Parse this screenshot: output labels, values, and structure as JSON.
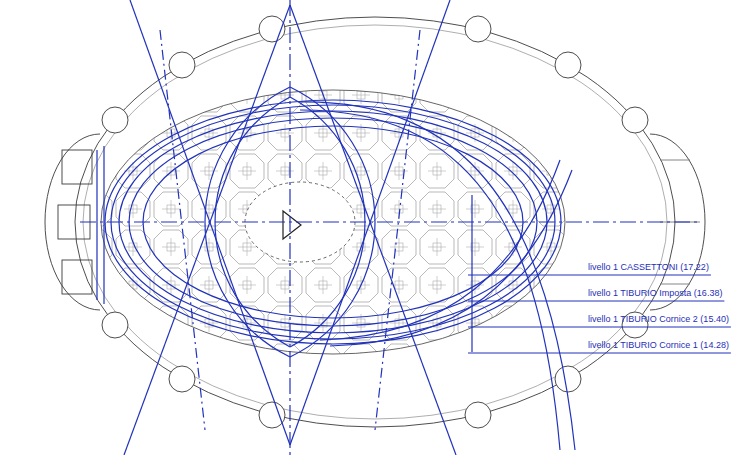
{
  "diagram": {
    "labels": [
      "livello 1 CASSETTONI (17.22)",
      "livello 1 TIBURIO Imposta (16.38)",
      "livello 1 TIBURIO Cornice 2 (15.40)",
      "livello 1 TIBURIO Cornice 1 (14.28)"
    ]
  }
}
